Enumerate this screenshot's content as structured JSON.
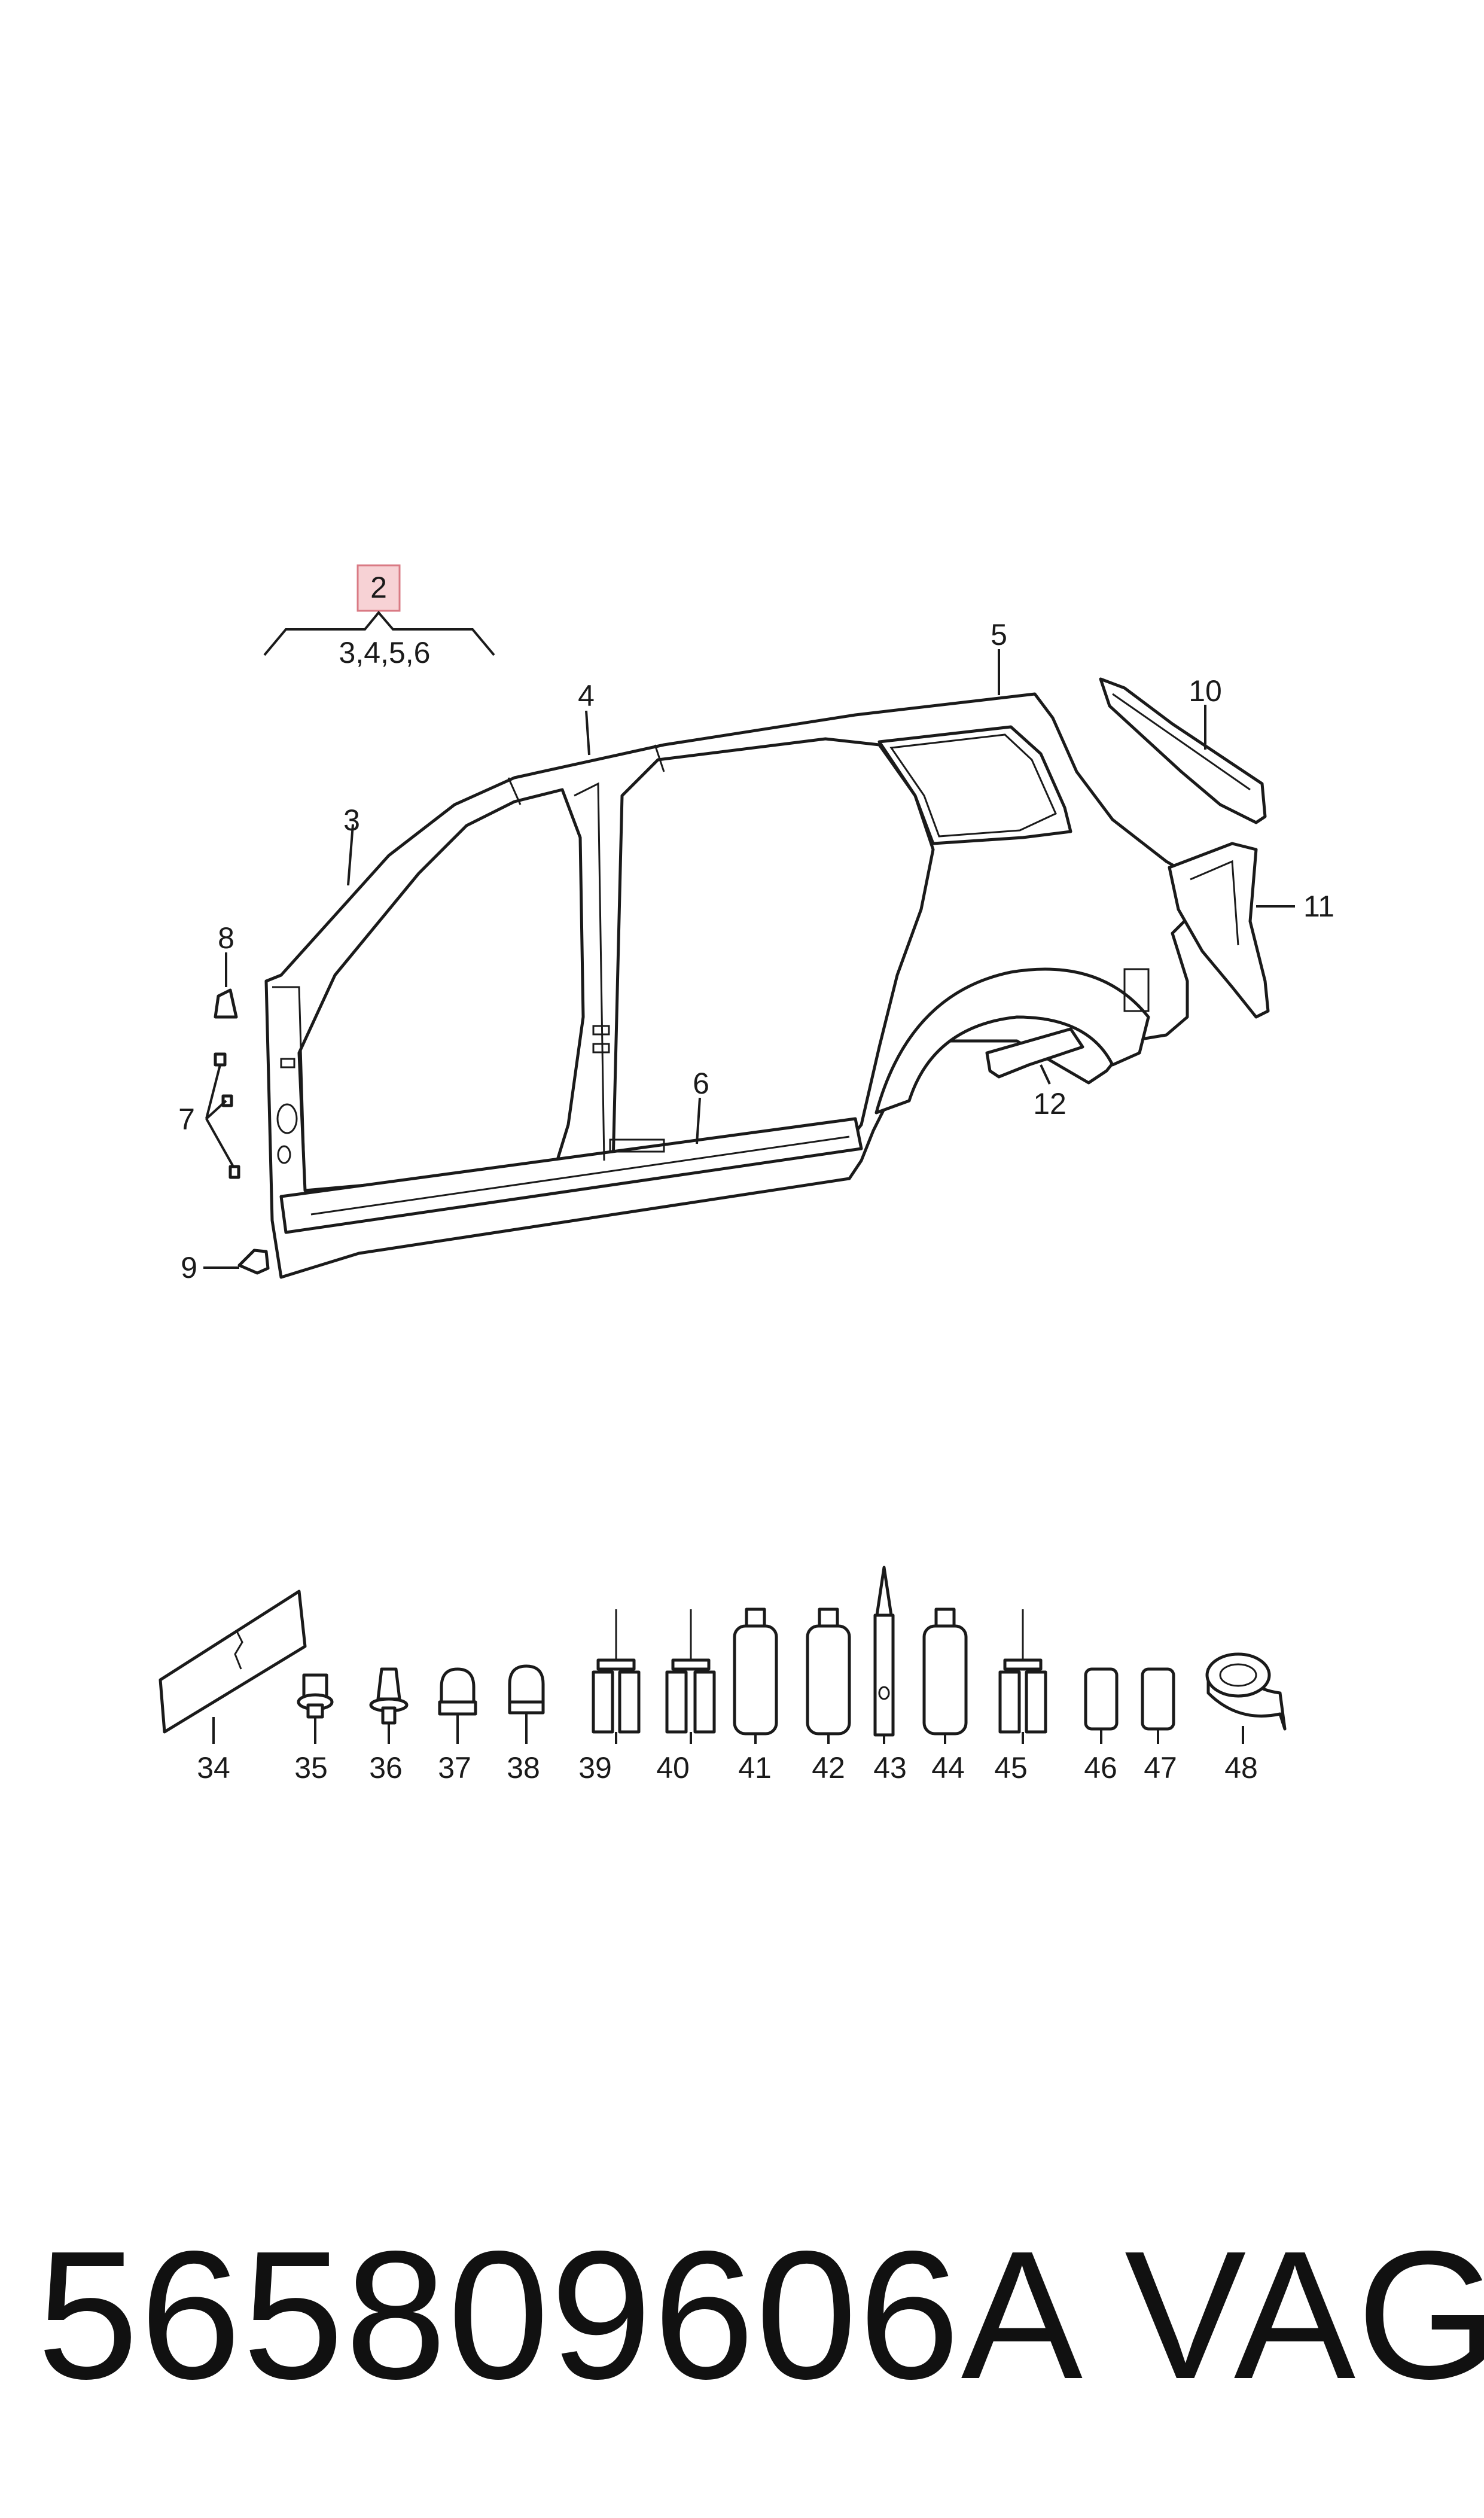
{
  "callouts": {
    "c2": "2",
    "group": "3,4,5,6",
    "c3": "3",
    "c4": "4",
    "c5": "5",
    "c6": "6",
    "c7": "7",
    "c8": "8",
    "c9": "9",
    "c10": "10",
    "c11": "11",
    "c12": "12",
    "c34": "34",
    "c35": "35",
    "c36": "36",
    "c37": "37",
    "c38": "38",
    "c39": "39",
    "c40": "40",
    "c41": "41",
    "c42": "42",
    "c43": "43",
    "c44": "44",
    "c45": "45",
    "c46": "46",
    "c47": "47",
    "c48": "48"
  },
  "footer": {
    "part_number": "565809606A",
    "brand": "VAG"
  },
  "colors": {
    "highlight_fill": "#f7d2d5",
    "highlight_stroke": "#d97a84",
    "line": "#1a1a1a"
  }
}
